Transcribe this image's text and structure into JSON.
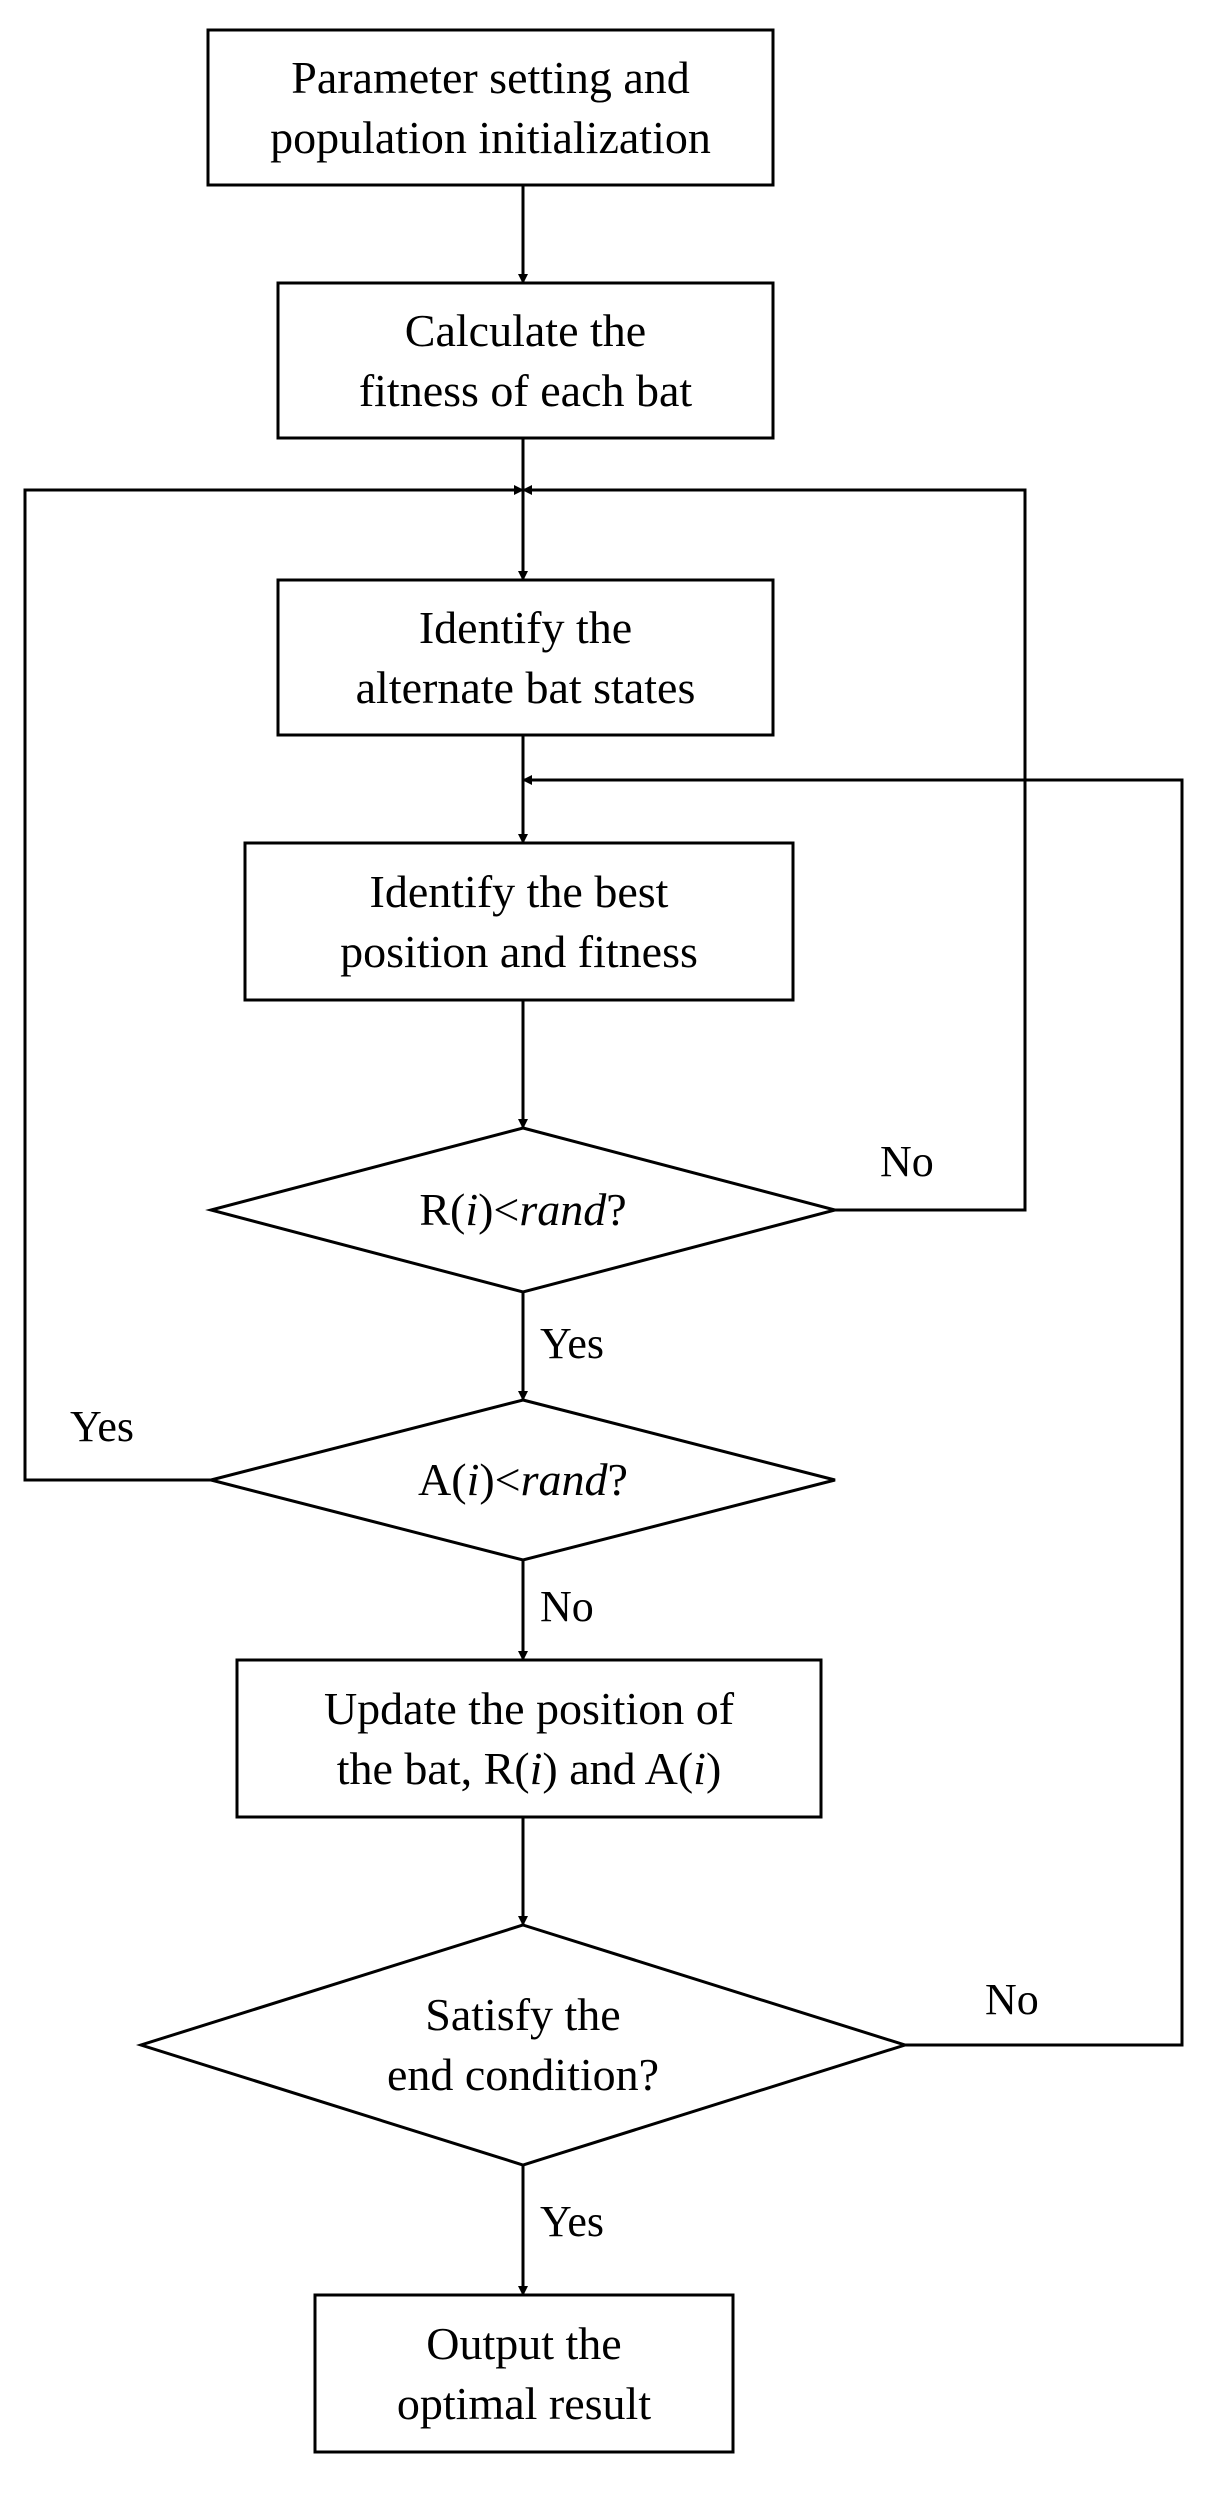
{
  "nodes": {
    "init": {
      "lines": [
        "Parameter setting and",
        "population initialization"
      ]
    },
    "fitness": {
      "lines": [
        "Calculate the",
        "fitness of each bat"
      ]
    },
    "identify_states": {
      "lines": [
        "Identify the",
        "alternate bat states"
      ]
    },
    "identify_best": {
      "lines": [
        "Identify the best",
        "position and fitness"
      ]
    },
    "decision_r": {
      "prefix": "R(",
      "var": "i",
      "mid": ")<",
      "rand": "rand",
      "suffix": "?"
    },
    "decision_a": {
      "prefix": "A(",
      "var": "i",
      "mid": ")<",
      "rand": "rand",
      "suffix": "?"
    },
    "update": {
      "line1": "Update the position of",
      "line2": {
        "a": "the bat, R(",
        "b": "i",
        "c": ") and A(",
        "d": "i",
        "e": ")"
      }
    },
    "end_condition": {
      "lines": [
        "Satisfy the",
        "end condition?"
      ]
    },
    "output": {
      "lines": [
        "Output the",
        "optimal result"
      ]
    }
  },
  "edge_labels": {
    "r_no": "No",
    "r_yes": "Yes",
    "a_yes": "Yes",
    "a_no": "No",
    "end_no": "No",
    "end_yes": "Yes"
  }
}
